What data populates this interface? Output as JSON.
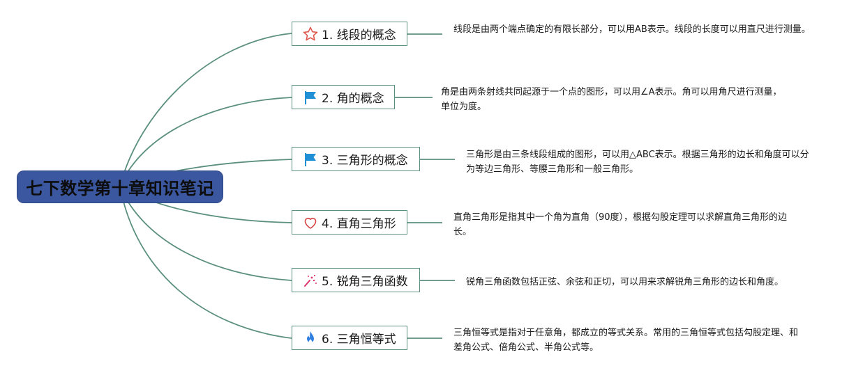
{
  "root": {
    "title": "七下数学第十章知识笔记"
  },
  "topics": [
    {
      "icon": "star-icon",
      "title": "1. 线段的概念",
      "note": "线段是由两个端点确定的有限长部分，可以用AB表示。线段的长度可以用直尺进行测量。"
    },
    {
      "icon": "flag-icon",
      "title": "2. 角的概念",
      "note": "角是由两条射线共同起源于一个点的图形，可以用∠A表示。角可以用角尺进行测量，单位为度。"
    },
    {
      "icon": "flag-icon",
      "title": "3. 三角形的概念",
      "note": "三角形是由三条线段组成的图形，可以用△ABC表示。根据三角形的边长和角度可以分为等边三角形、等腰三角形和一般三角形。"
    },
    {
      "icon": "heart-icon",
      "title": "4. 直角三角形",
      "note": "直角三角形是指其中一个角为直角（90度），根据勾股定理可以求解直角三角形的边长。"
    },
    {
      "icon": "sparkle-icon",
      "title": "5. 锐角三角函数",
      "note": "锐角三角函数包括正弦、余弦和正切，可以用来求解锐角三角形的边长和角度。"
    },
    {
      "icon": "flame-icon",
      "title": "6. 三角恒等式",
      "note": "三角恒等式是指对于任意角，都成立的等式关系。常用的三角恒等式包括勾股定理、和差角公式、倍角公式、半角公式等。"
    }
  ],
  "colors": {
    "root_fill": "#3b57a0",
    "connector": "#5b8f7f",
    "star": "#e05a4f",
    "flag": "#1f8fd6",
    "heart": "#d64545",
    "sparkle": "#e0336b",
    "flame": "#2f7fe0"
  }
}
